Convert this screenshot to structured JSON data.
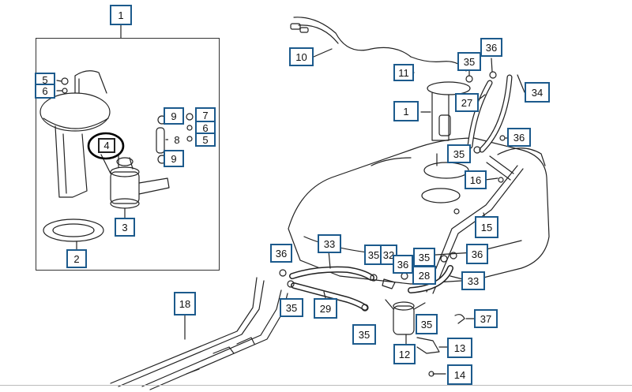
{
  "colors": {
    "callout_border": "#1c5a8c",
    "line": "#222222",
    "highlight": "#000000"
  },
  "callouts": {
    "c1_inset": "1",
    "c5_a": "5",
    "c6_a": "6",
    "c4": "4",
    "c9_a": "9",
    "c9_b": "9",
    "c8": "8",
    "c7": "7",
    "c6_b": "6",
    "c5_b": "5",
    "c3": "3",
    "c2": "2",
    "c10": "10",
    "c11": "11",
    "c1_main": "1",
    "c35_a": "35",
    "c36_a": "36",
    "c27": "27",
    "c34": "34",
    "c36_b": "36",
    "c35_b": "35",
    "c16": "16",
    "c15": "15",
    "c33_a": "33",
    "c36_c": "36",
    "c35_c": "35",
    "c32": "32",
    "c36_d": "36",
    "c35_d": "35",
    "c36_e": "36",
    "c28": "28",
    "c33_b": "33",
    "c18": "18",
    "c35_e": "35",
    "c29": "29",
    "c35_f": "35",
    "c35_g": "35",
    "c37": "37",
    "c12": "12",
    "c13": "13",
    "c14": "14"
  }
}
